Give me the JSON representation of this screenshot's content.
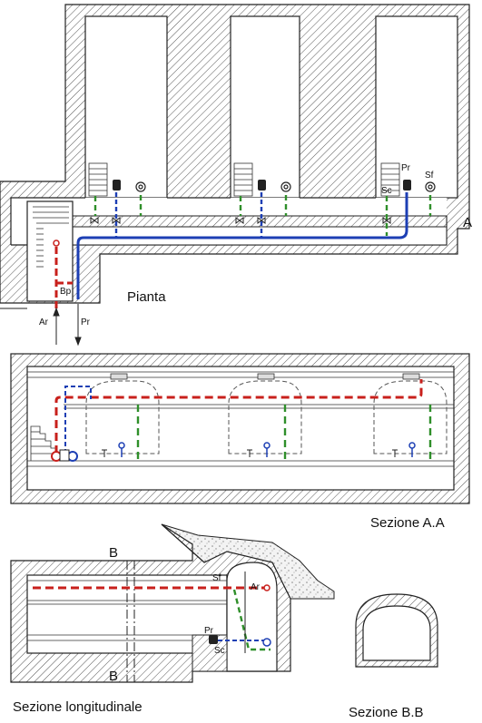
{
  "colors": {
    "red_pipe": "#c8201c",
    "blue_pipe": "#1d3fb4",
    "green_pipe": "#2f8f2a",
    "hatch": "#555555",
    "gravel": "#9a9a9a"
  },
  "plan": {
    "title": "Pianta",
    "section_marker": "A",
    "labels": {
      "sc": "Sc",
      "pr": "Pr",
      "sf": "Sf",
      "bp": "Bp",
      "ar": "Ar",
      "pr_out": "Pr"
    }
  },
  "section_aa": {
    "title": "Sezione A.A"
  },
  "longitudinal": {
    "title": "Sezione longitudinale",
    "marker_top": "B",
    "marker_bottom": "B",
    "labels": {
      "sf": "Sf",
      "ar": "Ar",
      "pr": "Pr",
      "sc": "Sc"
    }
  },
  "section_bb": {
    "title": "Sezione B.B"
  },
  "icons": [
    "valve-icon",
    "pump-icon",
    "tank-icon",
    "stair-icon",
    "hatch-pattern"
  ]
}
